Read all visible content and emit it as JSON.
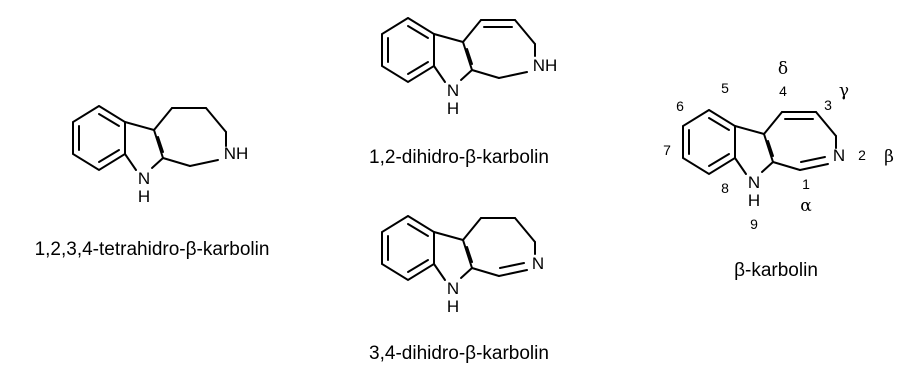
{
  "compounds": [
    {
      "caption": "1,2,3,4-tetrahidro-β-karbolin",
      "atoms": {
        "nh_ring": "NH",
        "nh_indole": "N",
        "h_indole": "H"
      }
    },
    {
      "caption": "1,2-dihidro-β-karbolin",
      "atoms": {
        "nh_ring": "NH",
        "nh_indole": "N",
        "h_indole": "H"
      }
    },
    {
      "caption": "3,4-dihidro-β-karbolin",
      "atoms": {
        "n_ring": "N",
        "nh_indole": "N",
        "h_indole": "H"
      }
    },
    {
      "caption": "β-karbolin",
      "atoms": {
        "n_ring": "N",
        "nh_indole": "N",
        "h_indole": "H"
      },
      "locants": [
        "1",
        "2",
        "3",
        "4",
        "5",
        "6",
        "7",
        "8",
        "9"
      ],
      "greek": {
        "alpha": "α",
        "beta": "β",
        "gamma": "γ",
        "delta": "δ"
      }
    }
  ]
}
